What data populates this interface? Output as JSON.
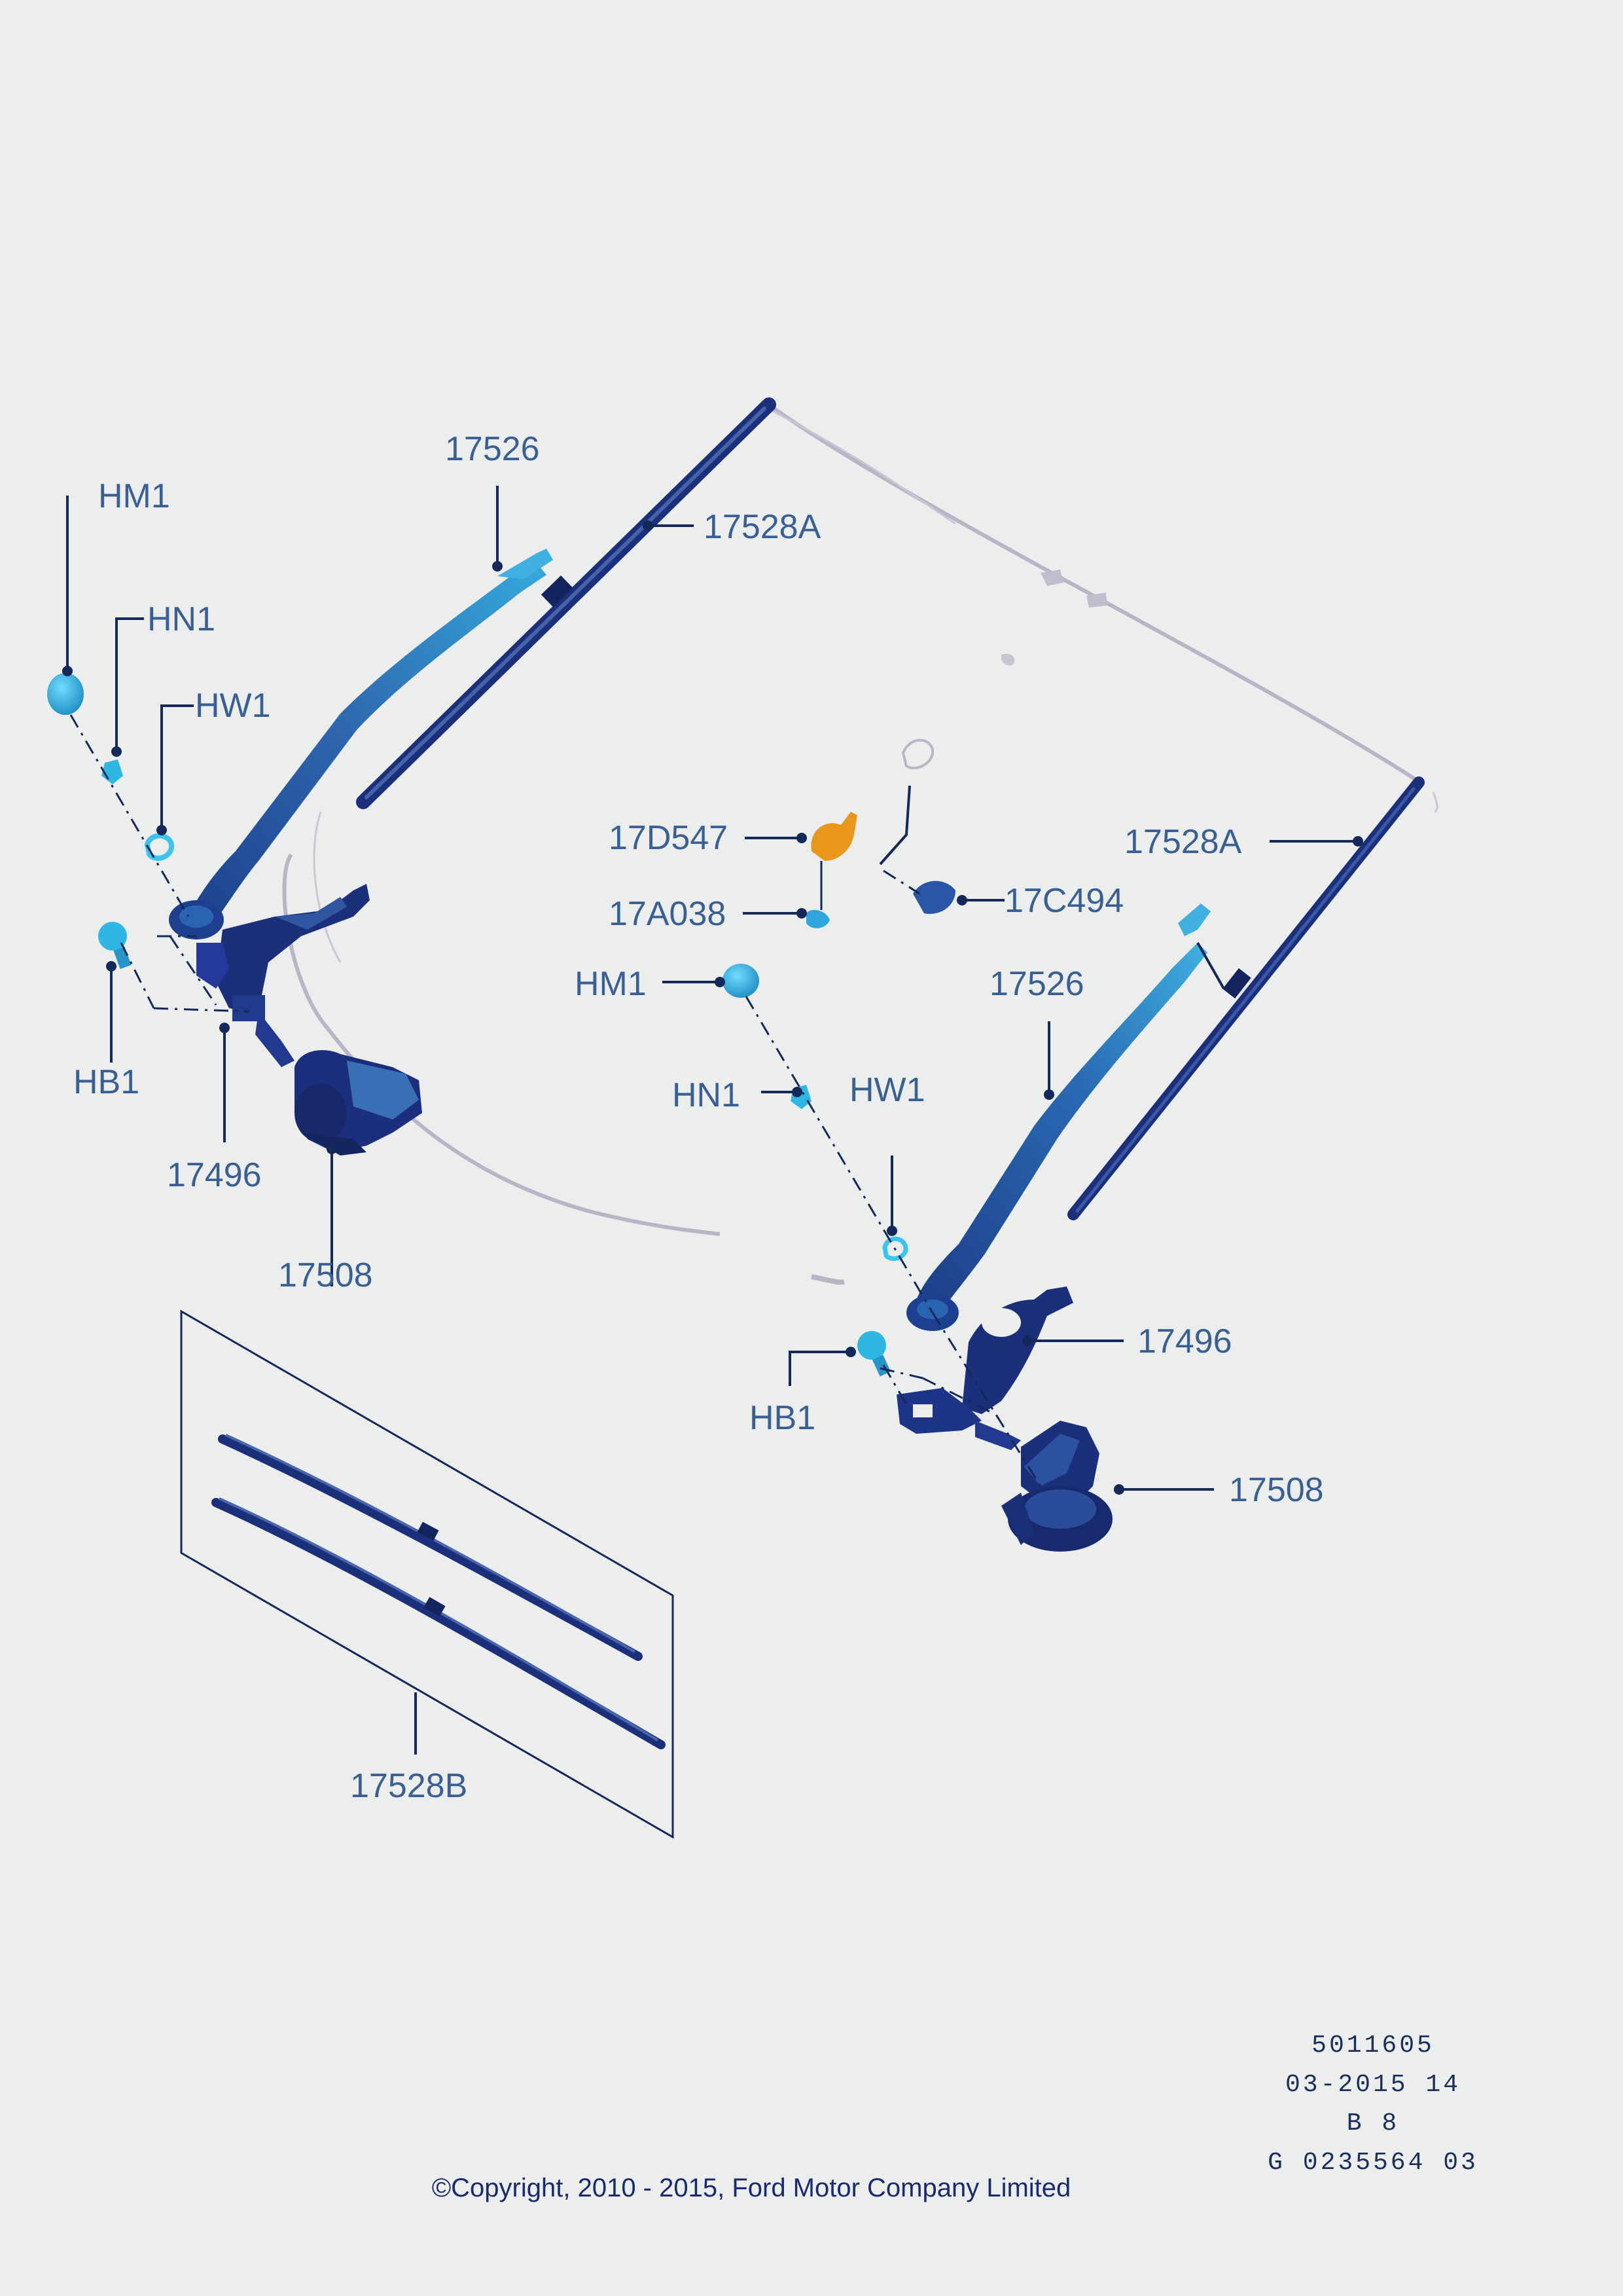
{
  "callouts": {
    "hm1_left": "HM1",
    "hn1_left": "HN1",
    "hw1_left": "HW1",
    "hb1_left": "HB1",
    "arm_left": "17526",
    "blade_left": "17528A",
    "linkage_left": "17496",
    "motor_left": "17508",
    "blade_set": "17528B",
    "nozzle": "17D547",
    "clip": "17A038",
    "cap": "17C494",
    "hm1_right": "HM1",
    "hn1_right": "HN1",
    "hw1_right": "HW1",
    "hb1_right": "HB1",
    "arm_right": "17526",
    "blade_right": "17528A",
    "linkage_right": "17496",
    "motor_right": "17508"
  },
  "footer": {
    "drawing_number": "5011605",
    "date_code": "03-2015 14",
    "section": "B 8",
    "graphic_id": "G 0235564 03",
    "copyright": "©Copyright, 2010 - 2015, Ford Motor Company Limited"
  },
  "colors": {
    "background": "#eceeee",
    "part_dark": "#1c2f7a",
    "part_mid": "#2e5fa8",
    "part_light": "#2fb7e3",
    "nozzle": "#e8961c",
    "windscreen": "#b7b5c6",
    "label": "#3a5f92",
    "leader": "#15285a"
  }
}
